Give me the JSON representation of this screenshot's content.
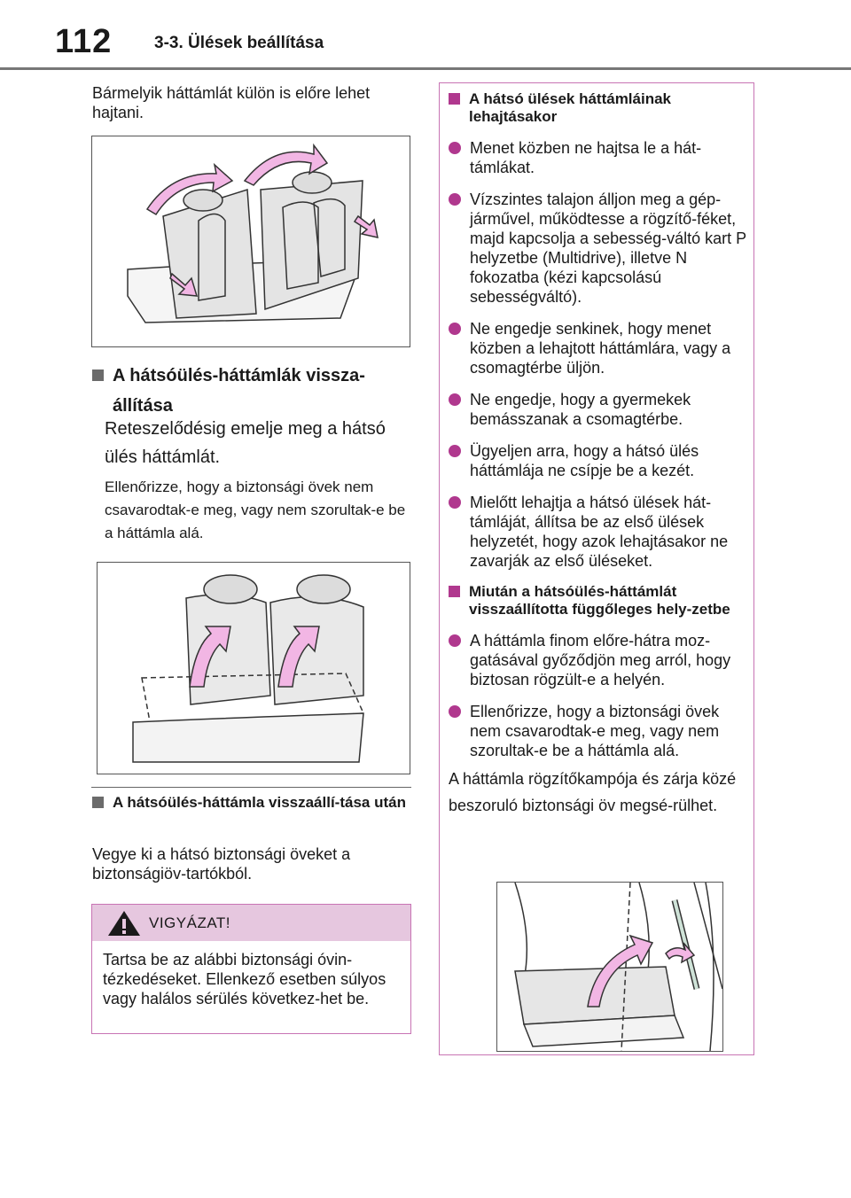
{
  "header": {
    "page_number": "112",
    "section_title": "3-3. Ülések beállítása"
  },
  "left": {
    "intro": "Bármelyik háttámlát külön is előre lehet hajtani.",
    "heading1": "A hátsóülés-háttámlák vissza-állítása",
    "step": "Reteszelődésig emelje meg a hátsó ülés háttámlát.",
    "note": "Ellenőrizze, hogy a biztonsági övek nem csavarodtak-e meg, vagy nem szorultak-e be a háttámla alá.",
    "heading2": "A hátsóülés-háttámla visszaállí-tása után",
    "para2": "Vegye ki a hátsó biztonsági öveket a biztonságiöv-tartókból."
  },
  "warning": {
    "title": "VIGYÁZAT!",
    "body": "Tartsa be az alábbi biztonsági óvin-tézkedéseket. Ellenkező esetben súlyos vagy halálos sérülés következ-het be."
  },
  "side": {
    "heading1": "A hátsó ülések háttámláinak lehajtásakor",
    "bullets1": [
      "Menet közben ne hajtsa le a hát-támlákat.",
      "Vízszintes talajon álljon meg a gép-járművel, működtesse a rögzítő-féket, majd kapcsolja a sebesség-váltó kart P helyzetbe (Multidrive), illetve N fokozatba (kézi kapcsolású sebességváltó).",
      "Ne engedje senkinek, hogy menet közben a lehajtott háttámlára, vagy a csomagtérbe üljön.",
      "Ne engedje, hogy a gyermekek bemásszanak a csomagtérbe.",
      "Ügyeljen arra, hogy a hátsó ülés háttámlája ne csípje be a kezét.",
      "Mielőtt lehajtja a hátsó ülések hát-támláját, állítsa be az első ülések helyzetét, hogy azok lehajtásakor ne zavarják az első üléseket."
    ],
    "heading2": "Miután a hátsóülés-háttámlát visszaállította függőleges hely-zetbe",
    "bullets2": [
      "A háttámla finom előre-hátra moz-gatásával győződjön meg arról, hogy biztosan rögzült-e a helyén.",
      "Ellenőrizze, hogy a biztonsági övek nem csavarodtak-e meg, vagy nem szorultak-e be a háttámla alá."
    ],
    "para": "A háttámla rögzítőkampója és zárja közé beszoruló biztonsági öv megsé-rülhet."
  },
  "colors": {
    "accent": "#b0388e",
    "arrow_fill": "#f2b6e4",
    "warn_bg": "#e6c7df"
  }
}
